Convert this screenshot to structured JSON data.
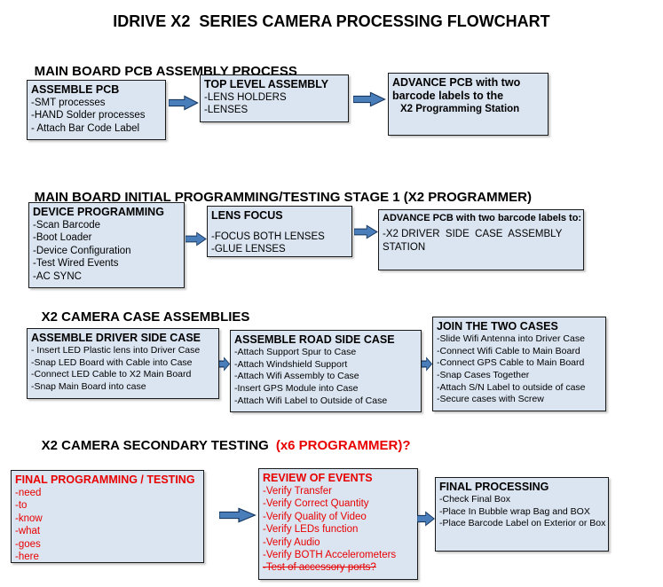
{
  "title": "IDRIVE X2  SERIES CAMERA PROCESSING FLOWCHART",
  "colors": {
    "box_fill": "#dbe5f1",
    "box_border": "#1a1a1a",
    "arrow_fill": "#4a7ebb",
    "arrow_outline": "#17375e",
    "alert_red": "#e80000",
    "text_black": "#000000"
  },
  "icons": {
    "flow_arrow": "right-block-arrow"
  },
  "sections": [
    {
      "heading": "MAIN BOARD PCB ASSEMBLY PROCESS",
      "boxes": [
        {
          "title": "ASSEMBLE PCB",
          "items": [
            "-SMT processes",
            "-HAND Solder processes",
            "- Attach Bar Code Label"
          ]
        },
        {
          "title": "TOP LEVEL ASSEMBLY",
          "items": [
            "-LENS HOLDERS",
            "-LENSES"
          ]
        },
        {
          "title": "ADVANCE PCB with two barcode labels to the",
          "items": [
            "X2 Programming Station"
          ]
        }
      ]
    },
    {
      "heading": "MAIN BOARD INITIAL PROGRAMMING/TESTING STAGE 1 (X2 PROGRAMMER)",
      "boxes": [
        {
          "title": "DEVICE PROGRAMMING",
          "items": [
            "-Scan Barcode",
            "-Boot Loader",
            "-Device Configuration",
            "-Test Wired Events",
            "-AC SYNC"
          ]
        },
        {
          "title": "LENS FOCUS",
          "items": [
            "-FOCUS BOTH LENSES",
            "-GLUE LENSES"
          ]
        },
        {
          "title": "ADVANCE PCB with two barcode labels to:",
          "items": [
            "-X2 DRIVER  SIDE  CASE  ASSEMBLY STATION"
          ]
        }
      ]
    },
    {
      "heading": "X2 CAMERA CASE ASSEMBLIES",
      "boxes": [
        {
          "title": "ASSEMBLE DRIVER SIDE CASE",
          "items": [
            "- Insert LED Plastic lens into Driver Case",
            "-Snap LED Board with Cable into Case",
            "-Connect LED Cable to X2 Main Board",
            "-Snap Main Board into case"
          ]
        },
        {
          "title": "ASSEMBLE ROAD SIDE CASE",
          "items": [
            "-Attach Support Spur to Case",
            "-Attach Windshield Support",
            "-Attach Wifi Assembly to Case",
            "-Insert GPS Module into Case",
            "-Attach Wifi Label to Outside of Case"
          ]
        },
        {
          "title": "JOIN THE TWO CASES",
          "items": [
            "-Slide Wifi Antenna into Driver Case",
            "-Connect Wifi Cable to Main Board",
            "-Connect GPS Cable to Main Board",
            "-Snap Cases Together",
            "-Attach S/N Label to outside of case",
            "-Secure cases with Screw"
          ]
        }
      ]
    },
    {
      "heading": "X2 CAMERA SECONDARY TESTING",
      "heading_suffix": "(x6 PROGRAMMER)?",
      "boxes": [
        {
          "title": "FINAL PROGRAMMING / TESTING",
          "items": [
            "-need",
            "-to",
            "-know",
            "-what",
            "-goes",
            "-here"
          ]
        },
        {
          "title": "REVIEW OF EVENTS",
          "items": [
            "-Verify Transfer",
            "-Verify Correct Quantity",
            "-Verify Quality of Video",
            "-Verify LEDs function",
            "-Verify Audio",
            "-Verify BOTH Accelerometers",
            "-Test of accessory ports?"
          ]
        },
        {
          "title": "FINAL PROCESSING",
          "items": [
            "-Check Final Box",
            "-Place In Bubble wrap Bag and BOX",
            "-Place Barcode Label on Exterior or Box"
          ]
        }
      ]
    }
  ]
}
